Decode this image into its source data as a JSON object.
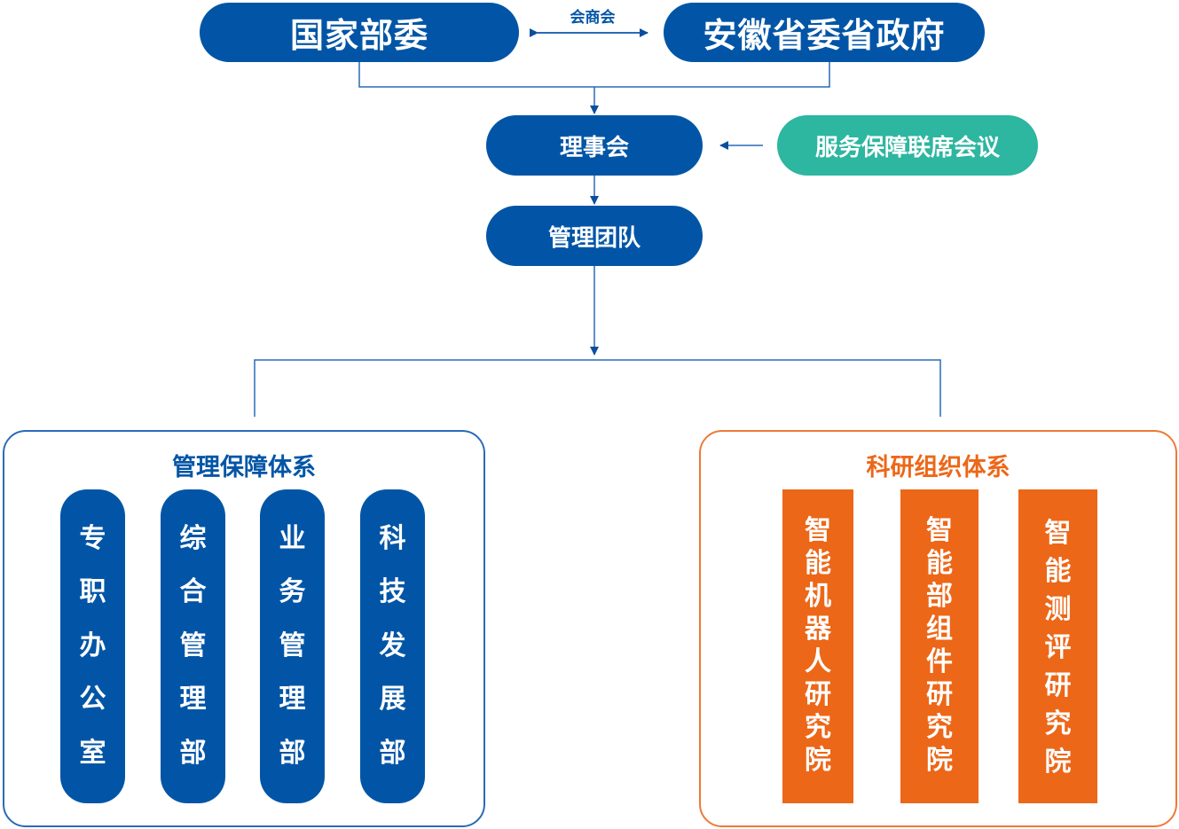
{
  "top": {
    "left_node": "国家部委",
    "right_node": "安徽省委省政府",
    "link_label": "会商会"
  },
  "council": {
    "label": "理事会",
    "advisory_node": "服务保障联席会议"
  },
  "management_team": {
    "label": "管理团队"
  },
  "management_system": {
    "title": "管理保障体系",
    "departments": [
      {
        "label": "专职办公室"
      },
      {
        "label": "综合管理部"
      },
      {
        "label": "业务管理部"
      },
      {
        "label": "科技发展部"
      }
    ]
  },
  "research_system": {
    "title": "科研组织体系",
    "institutes": [
      {
        "label": "智能机器人研究院"
      },
      {
        "label": "智能部组件研究院"
      },
      {
        "label": "智能测评研究院"
      }
    ]
  },
  "colors": {
    "primary_blue": "#0255a6",
    "line_blue": "#2a6ab8",
    "teal": "#2db6a0",
    "orange": "#ec6718",
    "orange_border": "#ee7a34"
  }
}
